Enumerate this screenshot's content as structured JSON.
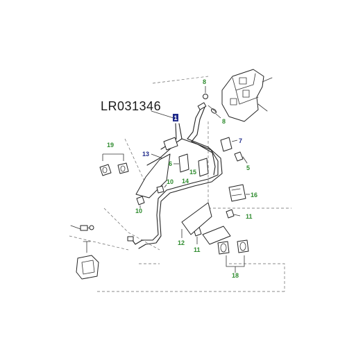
{
  "part_number": "LR031346",
  "callouts": {
    "c1": "1",
    "c5": "5",
    "c6": "6",
    "c7": "7",
    "c8a": "8",
    "c8b": "8",
    "c10a": "10",
    "c10b": "10",
    "c11a": "11",
    "c11b": "11",
    "c12": "12",
    "c13": "13",
    "c14": "14",
    "c15": "15",
    "c16": "16",
    "c19": "19",
    "c18": "18"
  },
  "colors": {
    "callout_green": "#2e8b2e",
    "callout_blue": "#1f2a8a",
    "highlight_box": "#1f2a8a"
  }
}
